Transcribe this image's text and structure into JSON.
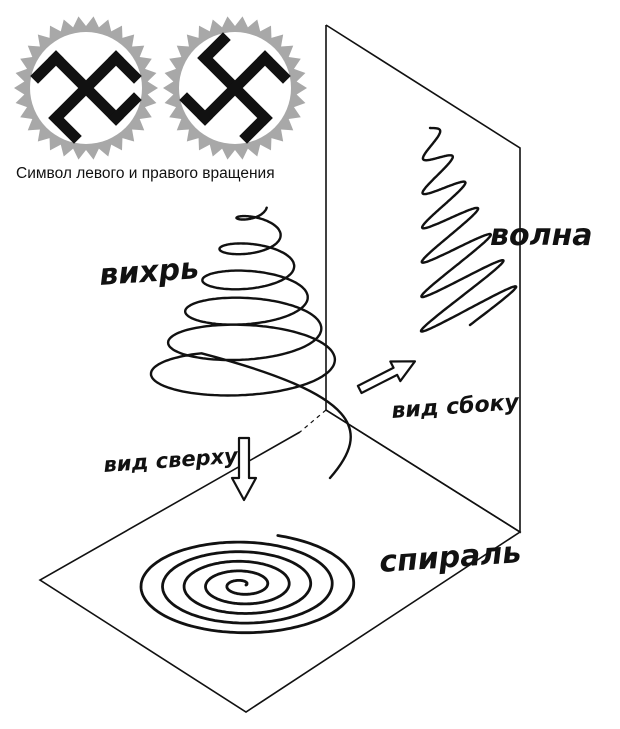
{
  "caption": "Символ левого и правого вращения",
  "labels": {
    "vortex": "вихрь",
    "wave": "волна",
    "side_view": "вид сбоку",
    "top_view": "вид сверху",
    "spiral": "спираль"
  },
  "colors": {
    "ink": "#111111",
    "symbol_gray": "#a8a8a8",
    "background": "#ffffff"
  },
  "symbols": [
    {
      "icon": "left-rotation-swastika-icon"
    },
    {
      "icon": "right-rotation-swastika-icon"
    }
  ]
}
